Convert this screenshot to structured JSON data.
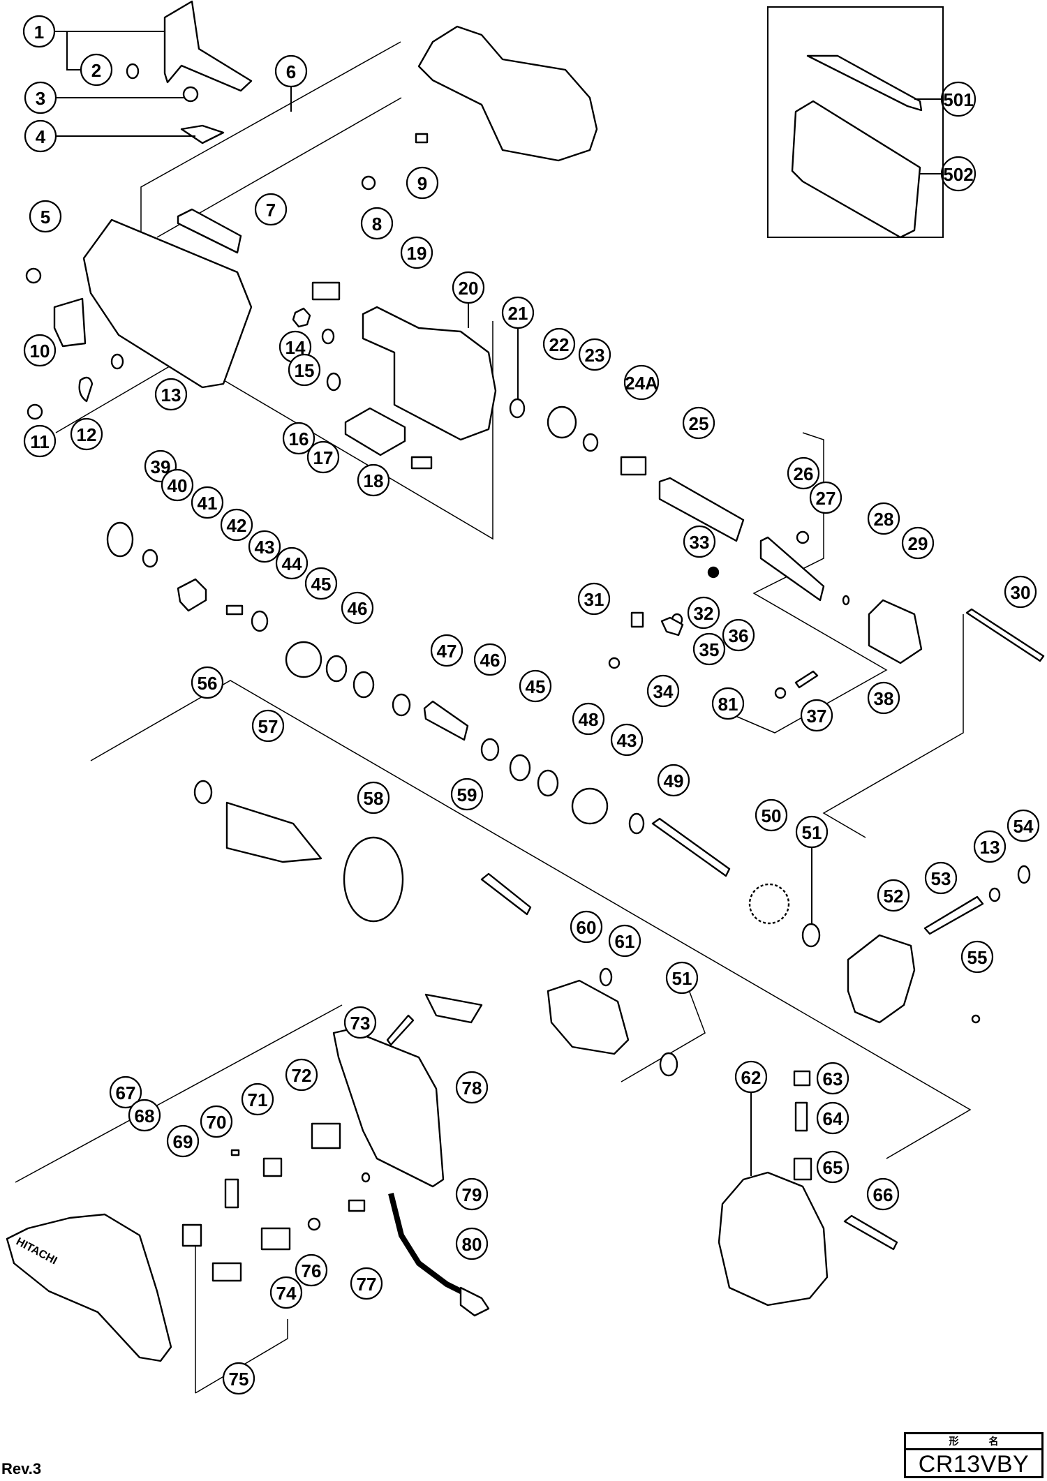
{
  "document": {
    "model_header": [
      "形",
      "名"
    ],
    "model": "CR13VBY",
    "revision": "Rev.3",
    "brand_mark": "HITACHI"
  },
  "callouts": [
    {
      "id": "c1",
      "label": "1"
    },
    {
      "id": "c2",
      "label": "2"
    },
    {
      "id": "c3",
      "label": "3"
    },
    {
      "id": "c4",
      "label": "4"
    },
    {
      "id": "c5",
      "label": "5"
    },
    {
      "id": "c6",
      "label": "6"
    },
    {
      "id": "c7",
      "label": "7"
    },
    {
      "id": "c8",
      "label": "8"
    },
    {
      "id": "c9",
      "label": "9"
    },
    {
      "id": "c10",
      "label": "10"
    },
    {
      "id": "c11",
      "label": "11"
    },
    {
      "id": "c12",
      "label": "12"
    },
    {
      "id": "c13a",
      "label": "13"
    },
    {
      "id": "c14",
      "label": "14"
    },
    {
      "id": "c15",
      "label": "15"
    },
    {
      "id": "c16",
      "label": "16"
    },
    {
      "id": "c17",
      "label": "17"
    },
    {
      "id": "c18",
      "label": "18"
    },
    {
      "id": "c19",
      "label": "19"
    },
    {
      "id": "c20",
      "label": "20"
    },
    {
      "id": "c21",
      "label": "21"
    },
    {
      "id": "c22",
      "label": "22"
    },
    {
      "id": "c23",
      "label": "23"
    },
    {
      "id": "c24A",
      "label": "24A"
    },
    {
      "id": "c25",
      "label": "25"
    },
    {
      "id": "c26",
      "label": "26"
    },
    {
      "id": "c27",
      "label": "27"
    },
    {
      "id": "c28",
      "label": "28"
    },
    {
      "id": "c29",
      "label": "29"
    },
    {
      "id": "c30",
      "label": "30"
    },
    {
      "id": "c31",
      "label": "31"
    },
    {
      "id": "c32",
      "label": "32"
    },
    {
      "id": "c33",
      "label": "33"
    },
    {
      "id": "c34",
      "label": "34"
    },
    {
      "id": "c35",
      "label": "35"
    },
    {
      "id": "c36",
      "label": "36"
    },
    {
      "id": "c37",
      "label": "37"
    },
    {
      "id": "c38",
      "label": "38"
    },
    {
      "id": "c39",
      "label": "39"
    },
    {
      "id": "c40",
      "label": "40"
    },
    {
      "id": "c41",
      "label": "41"
    },
    {
      "id": "c42",
      "label": "42"
    },
    {
      "id": "c43a",
      "label": "43"
    },
    {
      "id": "c44",
      "label": "44"
    },
    {
      "id": "c45a",
      "label": "45"
    },
    {
      "id": "c46a",
      "label": "46"
    },
    {
      "id": "c47",
      "label": "47"
    },
    {
      "id": "c46b",
      "label": "46"
    },
    {
      "id": "c45b",
      "label": "45"
    },
    {
      "id": "c48",
      "label": "48"
    },
    {
      "id": "c43b",
      "label": "43"
    },
    {
      "id": "c49",
      "label": "49"
    },
    {
      "id": "c50",
      "label": "50"
    },
    {
      "id": "c51a",
      "label": "51"
    },
    {
      "id": "c52",
      "label": "52"
    },
    {
      "id": "c53",
      "label": "53"
    },
    {
      "id": "c13b",
      "label": "13"
    },
    {
      "id": "c54",
      "label": "54"
    },
    {
      "id": "c55",
      "label": "55"
    },
    {
      "id": "c56",
      "label": "56"
    },
    {
      "id": "c57",
      "label": "57"
    },
    {
      "id": "c58",
      "label": "58"
    },
    {
      "id": "c59",
      "label": "59"
    },
    {
      "id": "c60",
      "label": "60"
    },
    {
      "id": "c61",
      "label": "61"
    },
    {
      "id": "c51b",
      "label": "51"
    },
    {
      "id": "c62",
      "label": "62"
    },
    {
      "id": "c63",
      "label": "63"
    },
    {
      "id": "c64",
      "label": "64"
    },
    {
      "id": "c65",
      "label": "65"
    },
    {
      "id": "c66",
      "label": "66"
    },
    {
      "id": "c67",
      "label": "67"
    },
    {
      "id": "c68",
      "label": "68"
    },
    {
      "id": "c69",
      "label": "69"
    },
    {
      "id": "c70",
      "label": "70"
    },
    {
      "id": "c71",
      "label": "71"
    },
    {
      "id": "c72",
      "label": "72"
    },
    {
      "id": "c73",
      "label": "73"
    },
    {
      "id": "c74",
      "label": "74"
    },
    {
      "id": "c75",
      "label": "75"
    },
    {
      "id": "c76",
      "label": "76"
    },
    {
      "id": "c77",
      "label": "77"
    },
    {
      "id": "c78",
      "label": "78"
    },
    {
      "id": "c79",
      "label": "79"
    },
    {
      "id": "c80",
      "label": "80"
    },
    {
      "id": "c81",
      "label": "81"
    },
    {
      "id": "c501",
      "label": "501"
    },
    {
      "id": "c502",
      "label": "502"
    }
  ]
}
